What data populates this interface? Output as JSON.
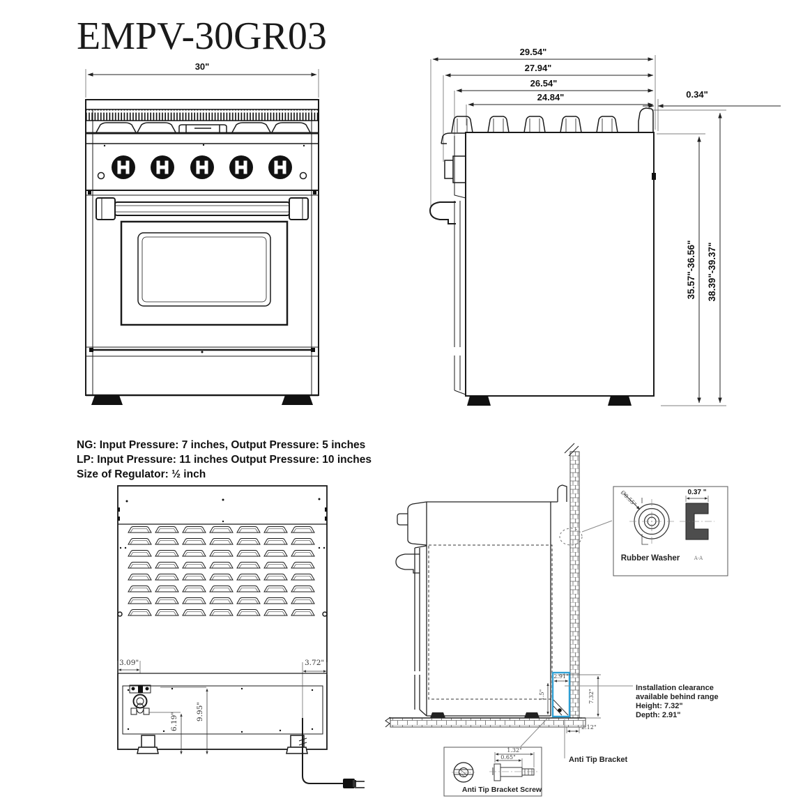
{
  "colors": {
    "accent": "#2e9fd4",
    "line": "#1a1a1a",
    "background": "#ffffff"
  },
  "title": "EMPV-30GR03",
  "front_view": {
    "width_dim": "30\""
  },
  "side_view": {
    "depth_dims": [
      "29.54\"",
      "27.94\"",
      "26.54\"",
      "24.84\""
    ],
    "back_gap_dim": "0.34\"",
    "height_to_cooktop_dim": "35.57\"-36.56\"",
    "overall_height_dim": "38.39\"-39.37\""
  },
  "pressure_notes": {
    "line1": "NG: Input Pressure: 7 inches, Output Pressure: 5 inches",
    "line2": "LP: Input Pressure: 11 inches Output Pressure: 10 inches",
    "line3": "Size of Regulator: ½ inch"
  },
  "back_view": {
    "gas_inlet_offset_dim": "3.09\"",
    "power_cord_offset_dim": "3.72\"",
    "gas_inlet_height_dim": "6.19\"",
    "power_cord_height_dim": "9.95\""
  },
  "installation": {
    "clearance_depth_dim": "2.91\"",
    "bottom_gap_dim": "1.5\"",
    "clearance_height_dim": "7.32\"",
    "floor_edge_dim": "2.12\"",
    "note": {
      "line1": "Installation clearance",
      "line2": "available behind range",
      "line3": "Height: 7.32\"",
      "line4": "Depth: 2.91\""
    },
    "anti_tip_bracket_label": "Anti Tip Bracket"
  },
  "rubber_washer": {
    "label": "Rubber Washer",
    "section_label": "A-A",
    "outer_diameter_dim": "Ø0.55\"",
    "thickness_dim": "0.37 \""
  },
  "anti_tip_screw": {
    "label": "Anti Tip Bracket Screw",
    "overall_length_dim": "1.32\"",
    "shank_length_dim": "0.65\""
  }
}
